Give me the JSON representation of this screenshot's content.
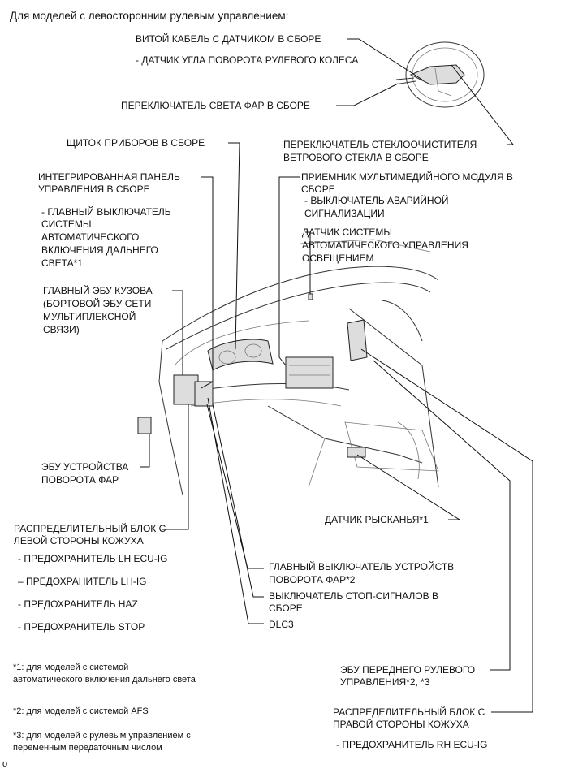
{
  "title": "Для моделей с левосторонним рулевым управлением:",
  "labels": {
    "spiral_cable": "ВИТОЙ КАБЕЛЬ С ДАТЧИКОМ В СБОРЕ",
    "steering_angle": "- ДАТЧИК УГЛА ПОВОРОТА РУЛЕВОГО КОЛЕСА",
    "headlight_switch": "ПЕРЕКЛЮЧАТЕЛЬ СВЕТА ФАР В СБОРЕ",
    "combination_meter": "ЩИТОК ПРИБОРОВ В СБОРЕ",
    "wiper_switch_1": "ПЕРЕКЛЮЧАТЕЛЬ СТЕКЛООЧИСТИТЕЛЯ",
    "wiper_switch_2": "ВЕТРОВОГО СТЕКЛА В СБОРЕ",
    "integrated_panel_1": "ИНТЕГРИРОВАННАЯ ПАНЕЛЬ",
    "integrated_panel_2": "УПРАВЛЕНИЯ В СБОРЕ",
    "main_switch_1": "- ГЛАВНЫЙ ВЫКЛЮЧАТЕЛЬ",
    "main_switch_2": "СИСТЕМЫ",
    "main_switch_3": "АВТОМАТИЧЕСКОГО",
    "main_switch_4": "ВКЛЮЧЕНИЯ ДАЛЬНЕГО",
    "main_switch_5": "СВЕТА*1",
    "multimedia_1": "ПРИЕМНИК МУЛЬТИМЕДИЙНОГО МОДУЛЯ В",
    "multimedia_2": "СБОРЕ",
    "hazard_1": "- ВЫКЛЮЧАТЕЛЬ АВАРИЙНОЙ",
    "hazard_2": "СИГНАЛИЗАЦИИ",
    "light_sensor_1": "ДАТЧИК СИСТЕМЫ",
    "light_sensor_2": "АВТОМАТИЧЕСКОГО УПРАВЛЕНИЯ",
    "light_sensor_3": "ОСВЕЩЕНИЕМ",
    "body_ecu_1": "ГЛАВНЫЙ ЭБУ КУЗОВА",
    "body_ecu_2": "(БОРТОВОЙ ЭБУ СЕТИ",
    "body_ecu_3": "МУЛЬТИПЛЕКСНОЙ",
    "body_ecu_4": "СВЯЗИ)",
    "swivel_ecu_1": "ЭБУ УСТРОЙСТВА",
    "swivel_ecu_2": "ПОВОРОТА ФАР",
    "yaw_sensor": "ДАТЧИК РЫСКАНЬЯ*1",
    "lh_jb_1": "РАСПРЕДЕЛИТЕЛЬНЫЙ БЛОК С",
    "lh_jb_2": "ЛЕВОЙ СТОРОНЫ КОЖУХА",
    "fuse_lh_ecu": "- ПРЕДОХРАНИТЕЛЬ LH ECU-IG",
    "fuse_lh_ig": "– ПРЕДОХРАНИТЕЛЬ LH-IG",
    "fuse_haz": "- ПРЕДОХРАНИТЕЛЬ HAZ",
    "fuse_stop": "- ПРЕДОХРАНИТЕЛЬ STOP",
    "swivel_switch_1": "ГЛАВНЫЙ ВЫКЛЮЧАТЕЛЬ УСТРОЙСТВ",
    "swivel_switch_2": "ПОВОРОТА ФАР*2",
    "stop_switch_1": "ВЫКЛЮЧАТЕЛЬ СТОП-СИГНАЛОВ В",
    "stop_switch_2": "СБОРЕ",
    "dlc3": "DLC3",
    "front_steer_ecu_1": "ЭБУ ПЕРЕДНЕГО РУЛЕВОГО",
    "front_steer_ecu_2": "УПРАВЛЕНИЯ*2, *3",
    "rh_jb_1": "РАСПРЕДЕЛИТЕЛЬНЫЙ БЛОК С",
    "rh_jb_2": "ПРАВОЙ СТОРОНЫ КОЖУХА",
    "fuse_rh_ecu": "- ПРЕДОХРАНИТЕЛЬ RH ECU-IG"
  },
  "notes": {
    "n1_a": "*1: для моделей с системой",
    "n1_b": "автоматического включения дальнего света",
    "n2": "*2: для моделей с системой AFS",
    "n3_a": "*3: для моделей с рулевым управлением с",
    "n3_b": "переменным передаточным числом"
  },
  "page_marker": "o"
}
